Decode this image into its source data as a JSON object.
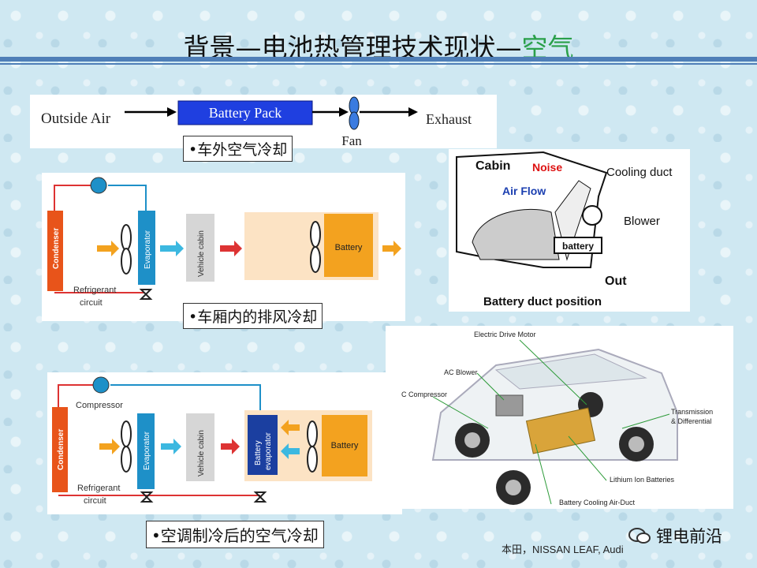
{
  "title": {
    "prefix": "背景—电池热管理技术现状—",
    "highlight": "空气"
  },
  "fig1": {
    "outside_air": "Outside Air",
    "battery_pack": "Battery Pack",
    "fan": "Fan",
    "exhaust": "Exhaust",
    "caption": "•车外空气冷却"
  },
  "fig2": {
    "condenser": "Condenser",
    "evaporator": "Evaporator",
    "vehicle_cabin": "Vehicle cabin",
    "battery": "Battery",
    "refrigerant1": "Refrigerant",
    "refrigerant2": "circuit",
    "caption": "•车厢内的排风冷却"
  },
  "fig3": {
    "cabin": "Cabin",
    "noise": "Noise",
    "air_flow": "Air Flow",
    "cooling_duct": "Cooling duct",
    "blower": "Blower",
    "battery": "battery",
    "out": "Out",
    "caption": "Battery duct position"
  },
  "fig4": {
    "compressor": "Compressor",
    "condenser": "Condenser",
    "evaporator": "Evaporator",
    "vehicle_cabin": "Vehicle cabin",
    "battery_evap1": "Battery",
    "battery_evap2": "evaporator",
    "battery": "Battery",
    "refrigerant1": "Refrigerant",
    "refrigerant2": "circuit",
    "caption": "•空调制冷后的空气冷却"
  },
  "fig5": {
    "motor": "Electric Drive Motor",
    "ac_blower": "AC Blower",
    "compressor": "C Compressor",
    "transmission1": "Transmission",
    "transmission2": "& Differential",
    "lithium": "Lithium Ion Batteries",
    "cooling": "Battery Cooling Air-Duct"
  },
  "credits": "本田，NISSAN LEAF, Audi",
  "watermark": "锂电前沿",
  "colors": {
    "accent": "#2aa04a",
    "rule": "#4f7fb8",
    "battery_pack": "#1f3fe0",
    "battery": "#f3a21f",
    "evaporator": "#1e90c8",
    "condenser": "#e8541a"
  }
}
